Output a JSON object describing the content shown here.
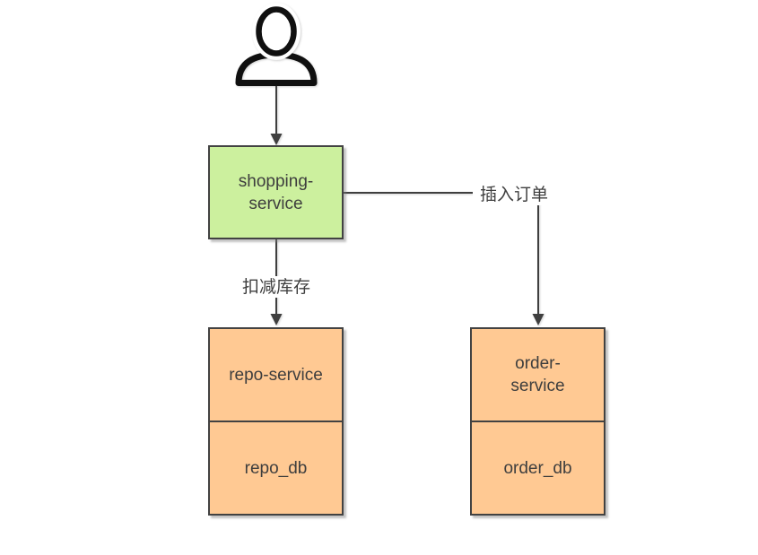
{
  "diagram": {
    "colors": {
      "node_green": "#ccf09e",
      "node_orange": "#ffc993",
      "node_border": "#424242",
      "connector": "#3f3f3f",
      "text": "#3e3e3e",
      "actor": "#101010",
      "background": "#ffffff"
    },
    "actor": {
      "icon": "person-icon"
    },
    "nodes": {
      "shopping_service": {
        "line1": "shopping-",
        "line2": "service"
      },
      "repo_service": {
        "label": "repo-service"
      },
      "repo_db": {
        "label": "repo_db"
      },
      "order_service": {
        "line1": "order-",
        "line2": "service"
      },
      "order_db": {
        "label": "order_db"
      }
    },
    "edges": {
      "deduct_inventory": {
        "label": "扣减库存"
      },
      "insert_order": {
        "label": "插入订单"
      }
    }
  }
}
